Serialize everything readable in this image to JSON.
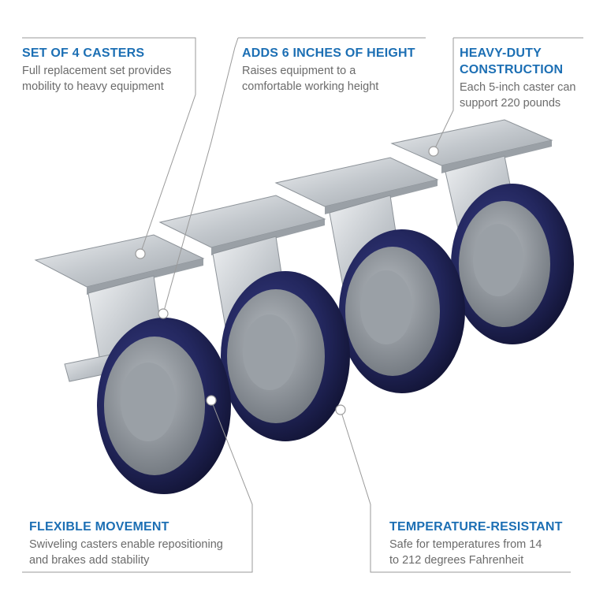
{
  "callouts": {
    "casters": {
      "title": "SET OF 4 CASTERS",
      "desc_line1": "Full replacement set provides",
      "desc_line2": "mobility to heavy equipment"
    },
    "height": {
      "title": "ADDS 6 INCHES OF HEIGHT",
      "desc_line1": "Raises equipment to a",
      "desc_line2": "comfortable working height"
    },
    "heavy_duty": {
      "title_line1": "HEAVY-DUTY",
      "title_line2": "CONSTRUCTION",
      "desc_line1": "Each 5-inch caster can",
      "desc_line2": "support 220 pounds"
    },
    "flexible": {
      "title": "FLEXIBLE MOVEMENT",
      "desc_line1": "Swiveling casters enable repositioning",
      "desc_line2": "and brakes add stability"
    },
    "temperature": {
      "title": "TEMPERATURE-RESISTANT",
      "desc_line1": "Safe for temperatures from 14",
      "desc_line2": "to 212 degrees Fahrenheit"
    }
  },
  "colors": {
    "accent": "#1c6fb4",
    "body_text": "#6b6b6b",
    "leader_line": "#9a9a9a",
    "wheel": "#1e2152",
    "hub": "#8f959c",
    "plate": "#c9cdd1"
  },
  "icons": [
    "caster-wheel",
    "marker-dot"
  ]
}
